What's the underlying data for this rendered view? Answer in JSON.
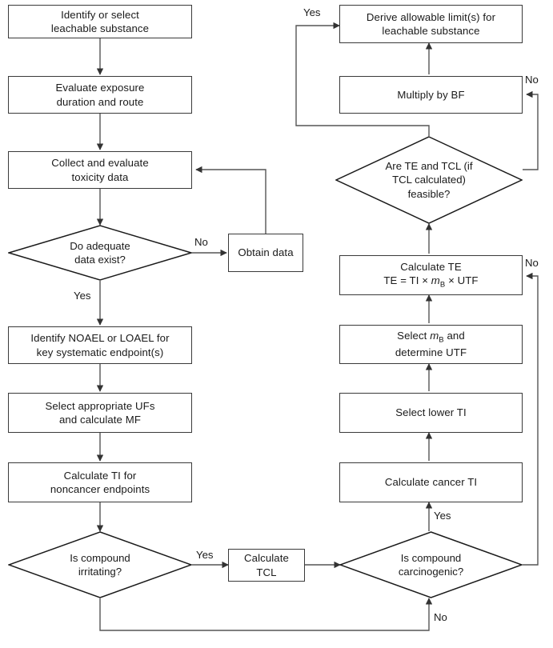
{
  "diagram": {
    "title": "Leachable substance toxicological risk assessment flowchart",
    "stroke_color": "#3a3a3a",
    "line_color": "#555555",
    "text_color": "#1a1a1a",
    "background": "#ffffff",
    "nodes": {
      "identify_substance": {
        "text": "Identify or select\nleachable substance",
        "shape": "process"
      },
      "evaluate_exposure": {
        "text": "Evaluate exposure\nduration and route",
        "shape": "process"
      },
      "collect_toxicity": {
        "text": "Collect and evaluate\ntoxicity data",
        "shape": "process"
      },
      "adequate_data": {
        "text": "Do adequate\ndata exist?",
        "shape": "decision"
      },
      "obtain_data": {
        "text": "Obtain data",
        "shape": "process"
      },
      "identify_noael": {
        "text": "Identify NOAEL or LOAEL for\nkey systematic endpoint(s)",
        "shape": "process"
      },
      "select_ufs": {
        "text": "Select appropriate UFs\nand calculate MF",
        "shape": "process"
      },
      "calculate_ti": {
        "text": "Calculate TI for\nnoncancer endpoints",
        "shape": "process"
      },
      "is_irritating": {
        "text": "Is compound\nirritating?",
        "shape": "decision"
      },
      "calculate_tcl": {
        "text": "Calculate TCL",
        "shape": "process"
      },
      "is_carcinogenic": {
        "text": "Is compound\ncarcinogenic?",
        "shape": "decision"
      },
      "calculate_cancer_ti": {
        "text": "Calculate cancer TI",
        "shape": "process"
      },
      "select_lower_ti": {
        "text": "Select lower TI",
        "shape": "process"
      },
      "select_mb": {
        "text": "Select m_B and\ndetermine UTF",
        "shape": "process"
      },
      "calculate_te": {
        "text": "Calculate TE\nTE = TI × m_B × UTF",
        "shape": "process"
      },
      "are_feasible": {
        "text": "Are TE and TCL (if\nTCL calculated)\nfeasible?",
        "shape": "decision"
      },
      "multiply_bf": {
        "text": "Multiply by BF",
        "shape": "process"
      },
      "derive_limits": {
        "text": "Derive allowable limit(s) for\nleachable substance",
        "shape": "process"
      }
    },
    "edge_labels": {
      "adequate_data_no": "No",
      "adequate_data_yes": "Yes",
      "irritating_yes": "Yes",
      "irritating_no": "No",
      "carcinogenic_yes": "Yes",
      "feasible_no": "No",
      "feasible_yes": "Yes",
      "te_no": "No"
    }
  }
}
